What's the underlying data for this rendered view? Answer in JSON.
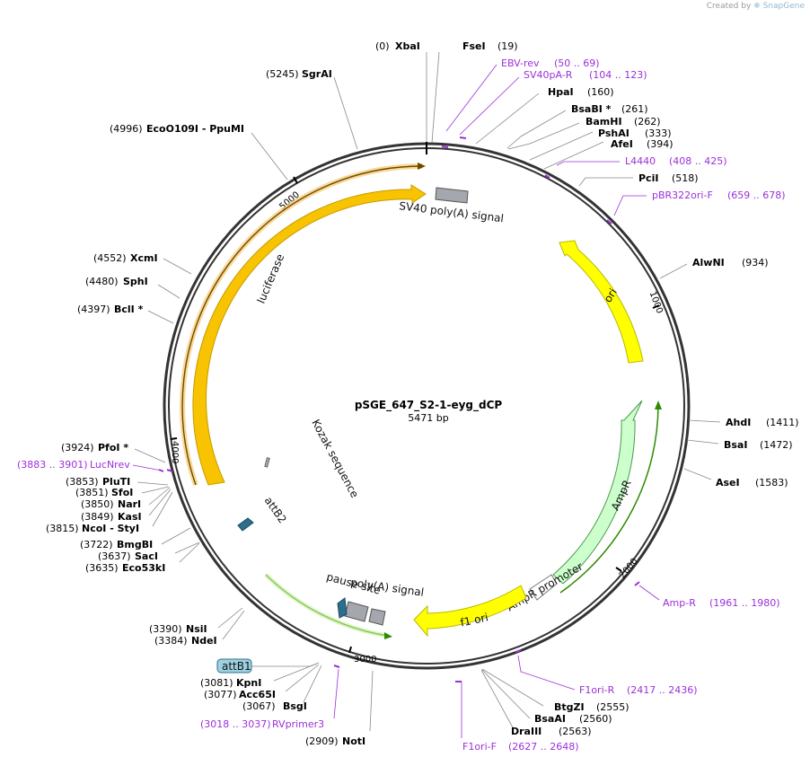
{
  "app": {
    "credit_prefix": "Created by",
    "credit_brand": "SnapGene"
  },
  "plasmid": {
    "name": "pSGE_647_S2-1-eyg_dCP",
    "length_label": "5471 bp",
    "length": 5471
  },
  "ticks": [
    "1000",
    "2000",
    "3000",
    "4000",
    "5000"
  ],
  "sites": [
    {
      "pos": "(0)",
      "name": "XbaI"
    },
    {
      "pos": "(19)",
      "name": "FseI"
    },
    {
      "pos": "(160)",
      "name": "HpaI"
    },
    {
      "pos": "(261)",
      "name": "BsaBI *"
    },
    {
      "pos": "(262)",
      "name": "BamHI"
    },
    {
      "pos": "(333)",
      "name": "PshAI"
    },
    {
      "pos": "(394)",
      "name": "AfeI"
    },
    {
      "pos": "(518)",
      "name": "PciI"
    },
    {
      "pos": "(934)",
      "name": "AlwNI"
    },
    {
      "pos": "(1411)",
      "name": "AhdI"
    },
    {
      "pos": "(1472)",
      "name": "BsaI"
    },
    {
      "pos": "(1583)",
      "name": "AseI"
    },
    {
      "pos": "(2555)",
      "name": "BtgZI"
    },
    {
      "pos": "(2560)",
      "name": "BsaAI"
    },
    {
      "pos": "(2563)",
      "name": "DraIII"
    },
    {
      "pos": "(2909)",
      "name": "NotI"
    },
    {
      "pos": "(3067)",
      "name": "BsgI"
    },
    {
      "pos": "(3077)",
      "name": "Acc65I"
    },
    {
      "pos": "(3081)",
      "name": "KpnI"
    },
    {
      "pos": "(3384)",
      "name": "NdeI"
    },
    {
      "pos": "(3390)",
      "name": "NsiI"
    },
    {
      "pos": "(3635)",
      "name": "Eco53kI"
    },
    {
      "pos": "(3637)",
      "name": "SacI"
    },
    {
      "pos": "(3722)",
      "name": "BmgBI"
    },
    {
      "pos": "(3815)",
      "name": "NcoI  - StyI"
    },
    {
      "pos": "(3849)",
      "name": "KasI"
    },
    {
      "pos": "(3850)",
      "name": "NarI"
    },
    {
      "pos": "(3851)",
      "name": "SfoI"
    },
    {
      "pos": "(3853)",
      "name": "PluTI"
    },
    {
      "pos": "(3924)",
      "name": "PfoI *"
    },
    {
      "pos": "(4397)",
      "name": "BclI *"
    },
    {
      "pos": "(4480)",
      "name": "SphI"
    },
    {
      "pos": "(4552)",
      "name": "XcmI"
    },
    {
      "pos": "(4996)",
      "name": "EcoO109I  - PpuMI"
    },
    {
      "pos": "(5245)",
      "name": "SgrAI"
    }
  ],
  "primers": [
    {
      "name": "EBV-rev",
      "range": "(50 .. 69)"
    },
    {
      "name": "SV40pA-R",
      "range": "(104 .. 123)"
    },
    {
      "name": "L4440",
      "range": "(408 .. 425)"
    },
    {
      "name": "pBR322ori-F",
      "range": "(659 .. 678)"
    },
    {
      "name": "Amp-R",
      "range": "(1961 .. 1980)"
    },
    {
      "name": "F1ori-R",
      "range": "(2417 .. 2436)"
    },
    {
      "name": "F1ori-F",
      "range": "(2627 .. 2648)"
    },
    {
      "name": "RVprimer3",
      "range": "(3018 .. 3037)"
    },
    {
      "name": "LucNrev",
      "range": "(3883 .. 3901)"
    }
  ],
  "features": {
    "sv40": "SV40 poly(A) signal",
    "luciferase": "luciferase",
    "ori": "ori",
    "ampr": "AmpR",
    "ampr_promoter": "AmpR promoter",
    "f1ori": "f1 ori",
    "polya": "poly(A) signal",
    "pause": "pause site",
    "kozak": "Kozak sequence",
    "attb2": "attB2",
    "attb1": "attB1"
  },
  "colors": {
    "backbone": "#333333",
    "site_line": "#888888",
    "primer": "#9b30d9",
    "luciferase": "#f8c300",
    "ori": "#ffff00",
    "ampr": "#ccffcc",
    "highlight_green": "#2f8a00",
    "gray_feature": "#a4a8ae",
    "att_site": "#2b6f8c",
    "attb1_fill": "#9fd0e0"
  }
}
